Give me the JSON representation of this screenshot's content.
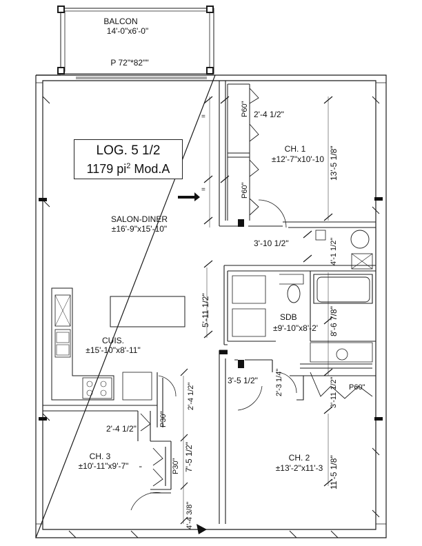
{
  "title_box": {
    "line1": "LOG. 5 1/2",
    "line2_prefix": "1179 pi",
    "line2_sup": "2",
    "line2_suffix": " Mod.A"
  },
  "rooms": {
    "balcon": {
      "name": "BALCON",
      "dims": "14'-0\"x6'-0\""
    },
    "patio_door": "P 72\"*82\"\"",
    "salon": {
      "name": "SALON-DINER",
      "dims": "±16'-9\"x15'-10\""
    },
    "cuisine": {
      "name": "CUIS.",
      "dims": "±15'-10\"x8'-11\""
    },
    "ch1": {
      "name": "CH. 1",
      "dims": "±12'-7\"x10'-10"
    },
    "ch2": {
      "name": "CH. 2",
      "dims": "±13'-2\"x11'-3"
    },
    "ch3": {
      "name": "CH. 3",
      "dims": "±10'-11\"x9'-7\""
    },
    "sdb": {
      "name": "SDB",
      "dims": "±9'-10\"x8'-2'"
    }
  },
  "closets": {
    "c1": "P60\"",
    "c2": "P60\"",
    "c3": "P30\"",
    "c4": "P30\"",
    "c5": "P60\""
  },
  "dimensions": {
    "d1": "2'-4 1/2\"",
    "d2": "13'-5 1/8\"",
    "d3": "3'-10 1/2\"",
    "d4": "4'-1 1/2\"",
    "d5": "5'-11 1/2\"",
    "d6": "8'-6 7/8\"",
    "d7": "2'-4 1/2\"",
    "d8": "3'-5 1/2\"",
    "d9": "2'-3 1/4\"",
    "d10": "3'-11 1/2\"",
    "d11": "2'-4 1/2\"",
    "d12": "7'-5 1/2\"",
    "d13": "11'-5 1/8\"",
    "d14": "4'-4 3/8\""
  },
  "colors": {
    "ink": "#111111",
    "wall": "#1a1a1a",
    "thin": "#333333"
  }
}
